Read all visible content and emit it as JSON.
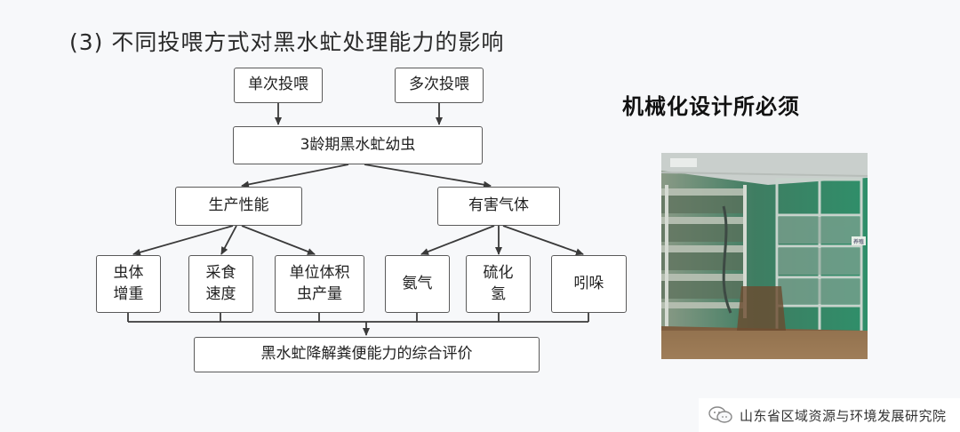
{
  "slide": {
    "title": "(3) 不同投喂方式对黑水虻处理能力的影响",
    "side_title": "机械化设计所必须"
  },
  "diagram": {
    "nodes": {
      "single_feed": "单次投喂",
      "multi_feed": "多次投喂",
      "larvae": "3龄期黑水虻幼虫",
      "production": "生产性能",
      "harmful_gas": "有害气体",
      "weight_gain": "虫体\n增重",
      "feeding_speed": "采食\n速度",
      "unit_volume_yield": "单位体积\n虫产量",
      "ammonia": "氨气",
      "hydrogen_sulfide": "硫化\n氢",
      "indole": "吲哚",
      "evaluation": "黑水虻降解粪便能力的综合评价"
    }
  },
  "photo": {
    "description_icon": "larvae-rearing-rack-photo",
    "sign_text": "养殖"
  },
  "watermark": {
    "icon": "wechat-icon",
    "text": "山东省区域资源与环境发展研究院"
  },
  "colors": {
    "line": "#3a3a3a",
    "box_border": "#5a5a5a",
    "background": "#f7f8fa"
  }
}
